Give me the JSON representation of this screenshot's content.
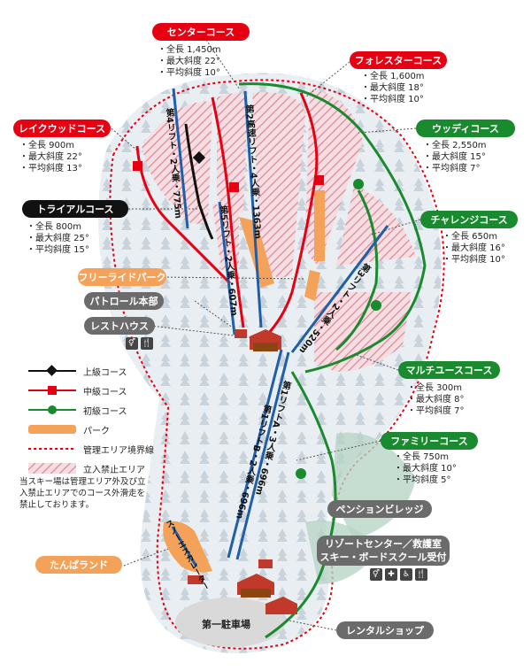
{
  "courses": {
    "center": {
      "name": "センターコース",
      "length": "全長 1,450m",
      "max": "最大斜度 22°",
      "avg": "平均斜度 10°"
    },
    "forester": {
      "name": "フォレスターコース",
      "length": "全長 1,600m",
      "max": "最大斜度 18°",
      "avg": "平均斜度 10°"
    },
    "lakewood": {
      "name": "レイクウッドコース",
      "length": "全長 900m",
      "max": "最大斜度 22°",
      "avg": "平均斜度 13°"
    },
    "woody": {
      "name": "ウッディコース",
      "length": "全長 2,550m",
      "max": "最大斜度 15°",
      "avg": "平均斜度 7°"
    },
    "trial": {
      "name": "トライアルコース",
      "length": "全長 800m",
      "max": "最大斜度 25°",
      "avg": "平均斜度 15°"
    },
    "challenge": {
      "name": "チャレンジコース",
      "length": "全長 650m",
      "max": "最大斜度 16°",
      "avg": "平均斜度 10°"
    },
    "multiuse": {
      "name": "マルチユースコース",
      "length": "全長 300m",
      "max": "最大斜度 8°",
      "avg": "平均斜度 7°"
    },
    "family": {
      "name": "ファミリーコース",
      "length": "全長 750m",
      "max": "最大斜度 10°",
      "avg": "平均斜度 5°"
    }
  },
  "facilities": {
    "freeride": "フリーライドパーク",
    "patrol": "パトロール本部",
    "resthouse": "レストハウス",
    "tanpa": "たんぱランド",
    "pension": "ペンションビレッジ",
    "resort_center_1": "リゾートセンター／救護室",
    "resort_center_2": "スキー・ボードスクール受付",
    "rental": "レンタルショップ",
    "parking": "第一駐車場"
  },
  "lifts": {
    "lift4": "第4リフト・2人乗・775m",
    "lift2": "第2高速リフト・4人乗・1363m",
    "lift5": "第5リフト・2人乗・607m",
    "lift3": "第3リフト・2人乗・520m",
    "lift1b": "第1リフトB・2人乗・696m",
    "lift1a": "第1リフトA・3人乗・696m",
    "escalator": "スノーエスカレーター"
  },
  "legend": {
    "advanced": "上級コース",
    "intermediate": "中級コース",
    "beginner": "初級コース",
    "park": "パーク",
    "boundary": "管理エリア境界線",
    "restricted": "立入禁止エリア"
  },
  "note": "当スキー場は管理エリア外及び立入禁止エリアでのコース外滑走を禁止しております。",
  "colors": {
    "red": "#e60012",
    "green": "#1a8a2e",
    "black": "#111111",
    "orange": "#f4a259",
    "gray": "#6b6b6b",
    "lift": "#1f5fa8"
  }
}
